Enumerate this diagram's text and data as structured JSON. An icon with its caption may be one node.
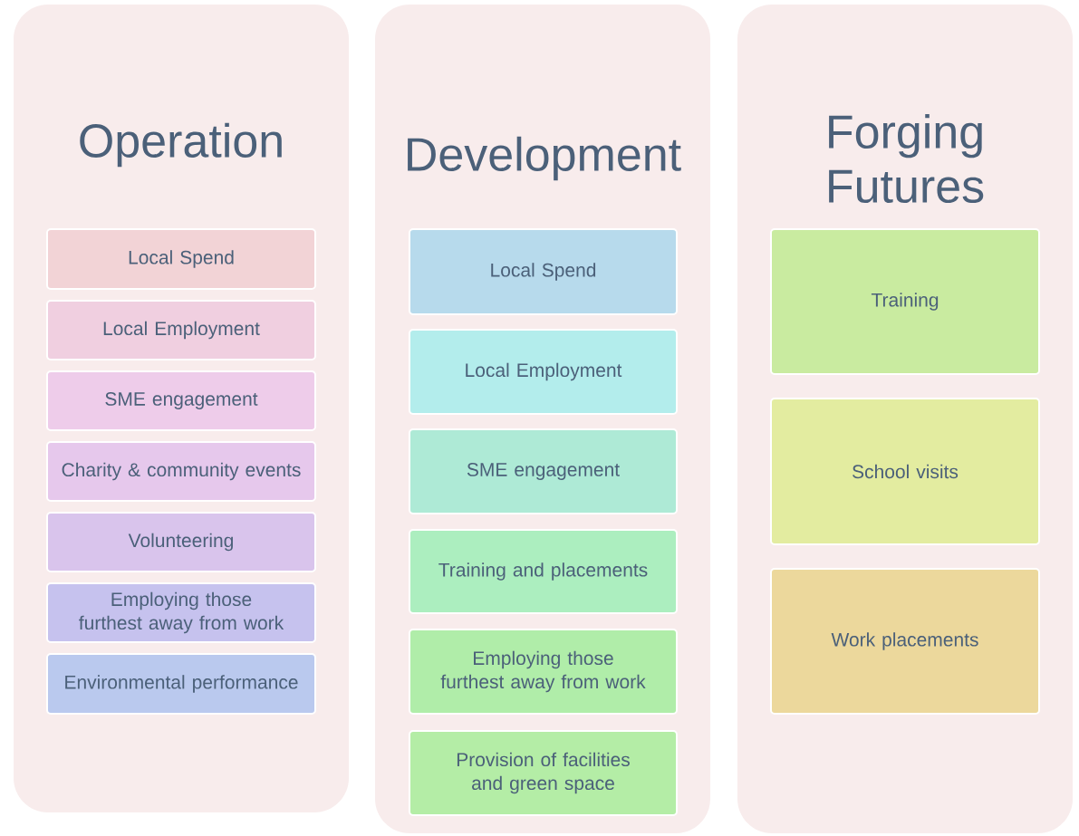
{
  "diagram": {
    "nodes": [
      {
        "text": [
          "Operation"
        ]
      },
      {
        "text": [
          "Local Spend"
        ],
        "in": 0
      },
      {
        "text": [
          "Local Employment"
        ],
        "in": 0
      },
      {
        "text": [
          "SME engagement"
        ],
        "in": 0
      },
      {
        "text": [
          "Charity & community events"
        ],
        "in": 0
      },
      {
        "text": [
          "Volunteering"
        ],
        "in": 0
      },
      {
        "text": [
          "Employing those furthest away from work"
        ],
        "in": 0
      },
      {
        "text": [
          "Environmental performance"
        ],
        "in": 0
      },
      {
        "text": [
          "Development"
        ]
      },
      {
        "text": [
          "Local Spend"
        ],
        "in": 8
      },
      {
        "text": [
          "Local Employment"
        ],
        "in": 8
      },
      {
        "text": [
          "SME engagement"
        ],
        "in": 8
      },
      {
        "text": [
          "Training and placements"
        ],
        "in": 8
      },
      {
        "text": [
          "Employing those furthest away from work"
        ],
        "in": 8
      },
      {
        "text": [
          "Provision of facilities and green space"
        ],
        "in": 8
      },
      {
        "text": [
          "Forging Futures"
        ]
      },
      {
        "text": [
          "Training"
        ],
        "in": 15
      },
      {
        "text": [
          "School visits"
        ],
        "in": 15
      },
      {
        "text": [
          "Work placements"
        ],
        "in": 15
      }
    ]
  }
}
